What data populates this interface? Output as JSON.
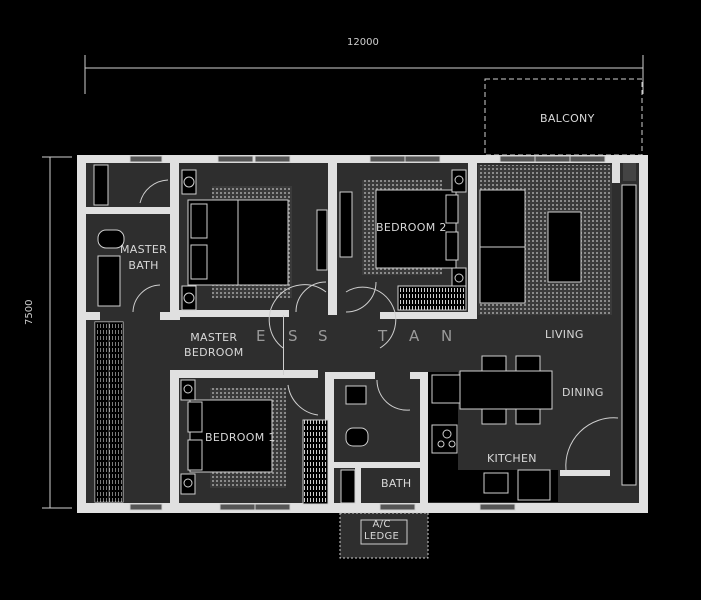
{
  "dimensions": {
    "width_label": "12000",
    "height_label": "7500"
  },
  "rooms": {
    "balcony": "BALCONY",
    "master_bath_line1": "MASTER",
    "master_bath_line2": "BATH",
    "master_bedroom_line1": "MASTER",
    "master_bedroom_line2": "BEDROOM",
    "bedroom2": "BEDROOM 2",
    "bedroom1": "BEDROOM 1",
    "living": "LIVING",
    "dining": "DINING",
    "kitchen": "KITCHEN",
    "bath": "BATH",
    "ac_ledge_line1": "A/C",
    "ac_ledge_line2": "LEDGE"
  },
  "watermark": {
    "letters": [
      "E",
      "S",
      "S",
      "T",
      "A",
      "N"
    ]
  },
  "colors": {
    "background": "#000000",
    "wall": "#e0e0e0",
    "floor": "#2e2e2e",
    "furniture": "#000000",
    "line": "#cfcfcf"
  }
}
